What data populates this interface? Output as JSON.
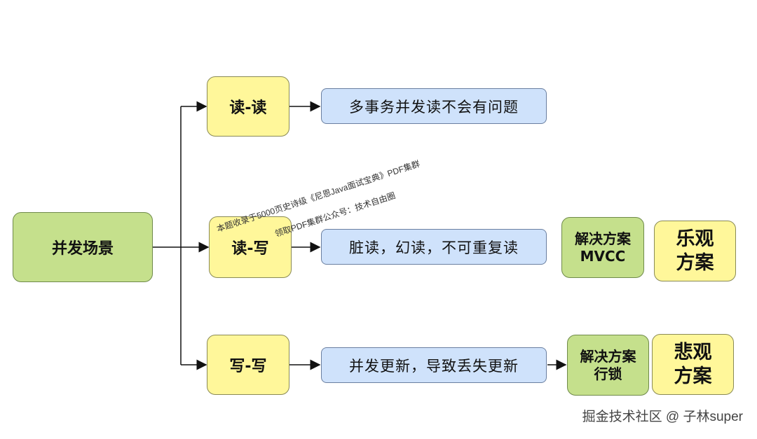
{
  "root": {
    "label": "并发场景"
  },
  "branches": [
    {
      "op": "读-读",
      "desc": "多事务并发读不会有问题"
    },
    {
      "op": "读-写",
      "desc": "脏读，幻读，不可重复读",
      "solution": [
        "解决方案",
        "MVCC"
      ],
      "plan": [
        "乐观",
        "方案"
      ]
    },
    {
      "op": "写-写",
      "desc": "并发更新，导致丢失更新",
      "solution": [
        "解决方案",
        "行锁"
      ],
      "plan": [
        "悲观",
        "方案"
      ]
    }
  ],
  "watermark": {
    "line1": "本题收录于5000页史诗级《尼恩Java面试宝典》PDF集群",
    "line2": "领取PDF集群公众号：技术自由圈"
  },
  "footer": "掘金技术社区 @ 子林super",
  "colors": {
    "green": "#c5e08c",
    "yellow": "#fff79a",
    "blue": "#cfe2fb"
  }
}
